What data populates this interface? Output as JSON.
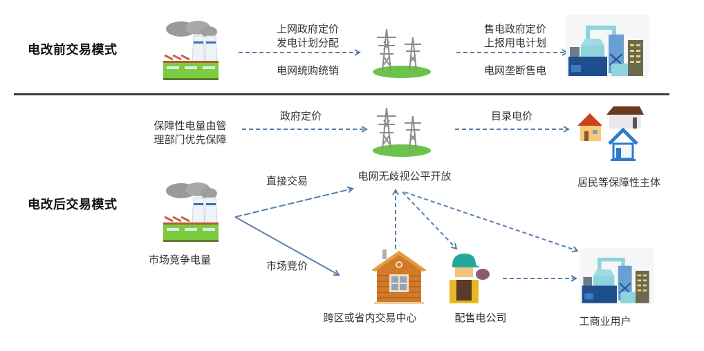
{
  "diagram": {
    "before": {
      "title": "电改前交易模式",
      "edge1_label_top_line1": "上网政府定价",
      "edge1_label_top_line2": "发电计划分配",
      "edge1_label_bottom": "电网统购统销",
      "edge2_label_top_line1": "售电政府定价",
      "edge2_label_top_line2": "上报用电计划",
      "edge2_label_bottom": "电网垄断售电",
      "nodes": {
        "generator": "power-plant-icon",
        "grid": "transmission-tower-icon",
        "consumer": "industrial-building-icon"
      }
    },
    "after": {
      "title": "电改后交易模式",
      "guaranteed_source": {
        "line1": "保障性电量由管",
        "line2": "理部门优先保障"
      },
      "edge_gov_price": "政府定价",
      "edge_catalog_price": "目录电价",
      "grid_label": "电网无歧视公平开放",
      "residential_label": "居民等保障性主体",
      "market_source_label": "市场竞争电量",
      "edge_direct_trade": "直接交易",
      "edge_market_bidding": "市场竞价",
      "exchange_center_label": "跨区或省内交易中心",
      "retail_company_label": "配售电公司",
      "industrial_users_label": "工商业用户"
    },
    "colors": {
      "arrow": "#5b7fa8",
      "divider": "#3b3b3b",
      "grass": "#6cc24a",
      "plant_green": "#7ccd3e",
      "building_blue": "#1f4e8c",
      "building_teal": "#8fd3dc"
    }
  }
}
